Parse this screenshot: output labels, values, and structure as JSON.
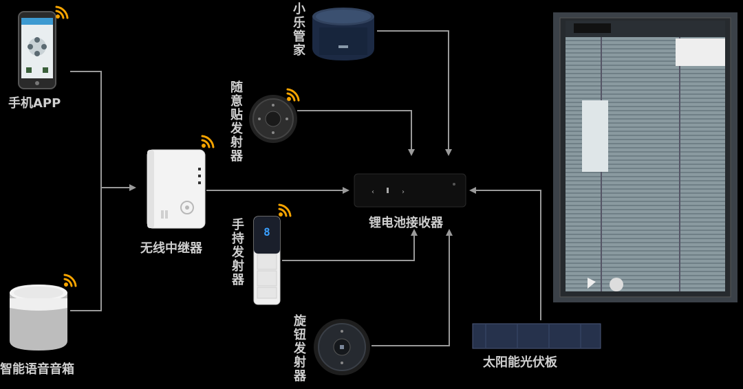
{
  "nodes": {
    "phone_app": {
      "label": "手机APP"
    },
    "xiaole": {
      "label": "小乐管家"
    },
    "suiyi_tie": {
      "label": "随意贴发射器"
    },
    "repeater": {
      "label": "无线中继器"
    },
    "receiver": {
      "label": "锂电池接收器"
    },
    "handheld": {
      "label": "手持发射器",
      "display_digit": "8"
    },
    "smart_speaker": {
      "label": "智能语音音箱"
    },
    "knob": {
      "label": "旋钮发射器"
    },
    "solar": {
      "label": "太阳能光伏板"
    }
  },
  "colors": {
    "background": "#000000",
    "connector": "#9a9a9a",
    "wifi": "#f5a300",
    "label": "#cfcfcf"
  }
}
